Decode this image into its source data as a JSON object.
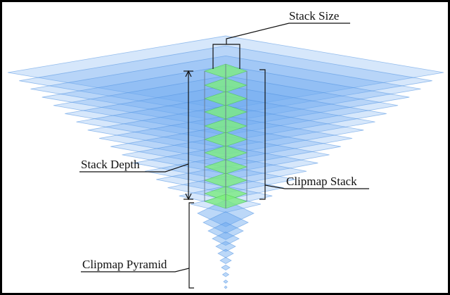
{
  "labels": {
    "stack_size": "Stack Size",
    "stack_depth": "Stack Depth",
    "clipmap_stack": "Clipmap Stack",
    "clipmap_pyramid": "Clipmap Pyramid"
  },
  "colors": {
    "layer_fill": "#6aa9ef",
    "layer_edge": "#4d8fe0",
    "stack_fill": "#7ef07a",
    "stack_edge": "#3fbf44",
    "line": "#111111"
  }
}
